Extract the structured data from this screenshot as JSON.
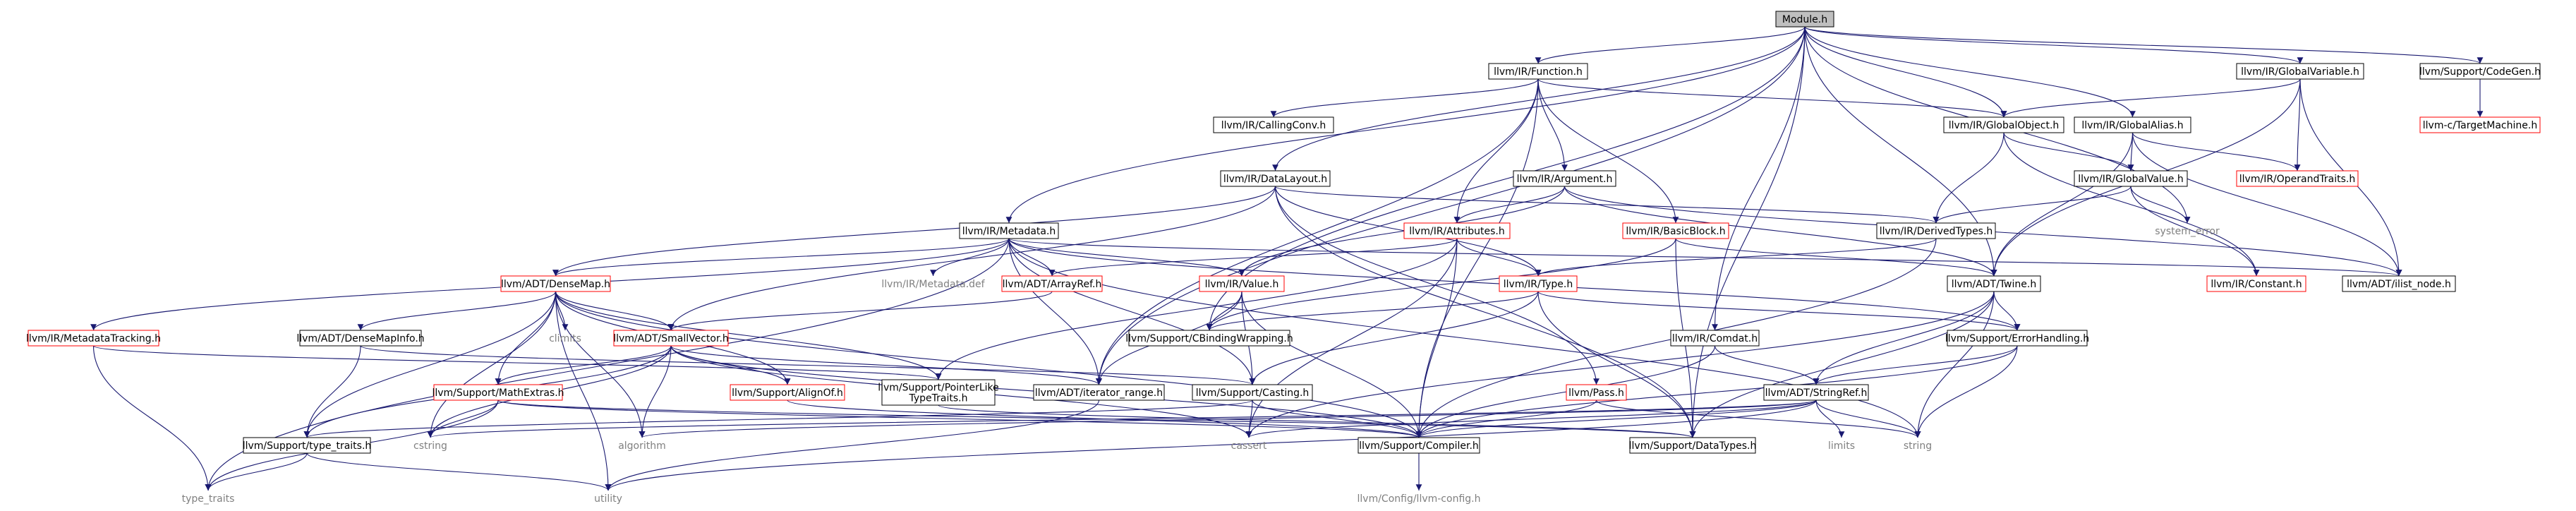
{
  "graph": {
    "colors": {
      "edge": "#191970",
      "text": "#000000",
      "root_fill": "#bfbfbf",
      "normal_fill": "#ffffff",
      "normal_border": "#000000",
      "red_border": "#ff0000",
      "plain_text": "#808080"
    },
    "nodes": [
      {
        "id": "module",
        "label": "Module.h",
        "style": "root"
      },
      {
        "id": "function",
        "label": "llvm/IR/Function.h",
        "style": "normal"
      },
      {
        "id": "globalvariable",
        "label": "llvm/IR/GlobalVariable.h",
        "style": "normal"
      },
      {
        "id": "codegen",
        "label": "llvm/Support/CodeGen.h",
        "style": "normal"
      },
      {
        "id": "targetmachine",
        "label": "llvm-c/TargetMachine.h",
        "style": "red"
      },
      {
        "id": "callingconv",
        "label": "llvm/IR/CallingConv.h",
        "style": "normal"
      },
      {
        "id": "globalobject",
        "label": "llvm/IR/GlobalObject.h",
        "style": "normal"
      },
      {
        "id": "globalalias",
        "label": "llvm/IR/GlobalAlias.h",
        "style": "normal"
      },
      {
        "id": "datalayout",
        "label": "llvm/IR/DataLayout.h",
        "style": "normal"
      },
      {
        "id": "globalvalue",
        "label": "llvm/IR/GlobalValue.h",
        "style": "normal"
      },
      {
        "id": "operandtraits",
        "label": "llvm/IR/OperandTraits.h",
        "style": "red"
      },
      {
        "id": "argument",
        "label": "llvm/IR/Argument.h",
        "style": "normal"
      },
      {
        "id": "derivedtypes",
        "label": "llvm/IR/DerivedTypes.h",
        "style": "normal"
      },
      {
        "id": "system_error",
        "label": "system_error",
        "style": "plain"
      },
      {
        "id": "attributes",
        "label": "llvm/IR/Attributes.h",
        "style": "red"
      },
      {
        "id": "basicblock",
        "label": "llvm/IR/BasicBlock.h",
        "style": "red"
      },
      {
        "id": "metadata",
        "label": "llvm/IR/Metadata.h",
        "style": "normal"
      },
      {
        "id": "twine",
        "label": "llvm/ADT/Twine.h",
        "style": "normal"
      },
      {
        "id": "constant",
        "label": "llvm/IR/Constant.h",
        "style": "red"
      },
      {
        "id": "ilist_node",
        "label": "llvm/ADT/ilist_node.h",
        "style": "normal"
      },
      {
        "id": "densemap",
        "label": "llvm/ADT/DenseMap.h",
        "style": "red"
      },
      {
        "id": "metadata_def",
        "label": "llvm/IR/Metadata.def",
        "style": "plain"
      },
      {
        "id": "arrayref",
        "label": "llvm/ADT/ArrayRef.h",
        "style": "red"
      },
      {
        "id": "value",
        "label": "llvm/IR/Value.h",
        "style": "red"
      },
      {
        "id": "type",
        "label": "llvm/IR/Type.h",
        "style": "red"
      },
      {
        "id": "metadatatracking",
        "label": "llvm/IR/MetadataTracking.h",
        "style": "red"
      },
      {
        "id": "climits",
        "label": "climits",
        "style": "plain"
      },
      {
        "id": "densemapinfo",
        "label": "llvm/ADT/DenseMapInfo.h",
        "style": "normal"
      },
      {
        "id": "smallvector",
        "label": "llvm/ADT/SmallVector.h",
        "style": "red"
      },
      {
        "id": "cbindingwrapping",
        "label": "llvm/Support/CBindingWrapping.h",
        "style": "normal"
      },
      {
        "id": "errorhandling",
        "label": "llvm/Support/ErrorHandling.h",
        "style": "normal"
      },
      {
        "id": "comdat",
        "label": "llvm/IR/Comdat.h",
        "style": "normal"
      },
      {
        "id": "mathextras",
        "label": "llvm/Support/MathExtras.h",
        "style": "red"
      },
      {
        "id": "alignof",
        "label": "llvm/Support/AlignOf.h",
        "style": "red"
      },
      {
        "id": "pointerliketypetraits",
        "label": "llvm/Support/PointerLike\nTypeTraits.h",
        "style": "normal"
      },
      {
        "id": "iterator_range",
        "label": "llvm/ADT/iterator_range.h",
        "style": "normal"
      },
      {
        "id": "casting",
        "label": "llvm/Support/Casting.h",
        "style": "normal"
      },
      {
        "id": "pass",
        "label": "llvm/Pass.h",
        "style": "red"
      },
      {
        "id": "stringref",
        "label": "llvm/ADT/StringRef.h",
        "style": "normal"
      },
      {
        "id": "type_traits_h",
        "label": "llvm/Support/type_traits.h",
        "style": "normal"
      },
      {
        "id": "cstring",
        "label": "cstring",
        "style": "plain"
      },
      {
        "id": "algorithm",
        "label": "algorithm",
        "style": "plain"
      },
      {
        "id": "cassert",
        "label": "cassert",
        "style": "plain"
      },
      {
        "id": "compiler",
        "label": "llvm/Support/Compiler.h",
        "style": "normal"
      },
      {
        "id": "datatypes",
        "label": "llvm/Support/DataTypes.h",
        "style": "normal"
      },
      {
        "id": "limits",
        "label": "limits",
        "style": "plain"
      },
      {
        "id": "string",
        "label": "string",
        "style": "plain"
      },
      {
        "id": "type_traits",
        "label": "type_traits",
        "style": "plain"
      },
      {
        "id": "utility",
        "label": "utility",
        "style": "plain"
      },
      {
        "id": "llvm_config",
        "label": "llvm/Config/llvm-config.h",
        "style": "plain"
      }
    ],
    "edges": [
      [
        "module",
        "function"
      ],
      [
        "module",
        "globalvariable"
      ],
      [
        "module",
        "codegen"
      ],
      [
        "module",
        "metadata"
      ],
      [
        "module",
        "datalayout"
      ],
      [
        "module",
        "globalalias"
      ],
      [
        "module",
        "comdat"
      ],
      [
        "module",
        "datatypes"
      ],
      [
        "module",
        "cbindingwrapping"
      ],
      [
        "module",
        "iterator_range"
      ],
      [
        "module",
        "system_error"
      ],
      [
        "module",
        "twine"
      ],
      [
        "module",
        "globalobject"
      ],
      [
        "codegen",
        "targetmachine"
      ],
      [
        "function",
        "callingconv"
      ],
      [
        "function",
        "globalobject"
      ],
      [
        "function",
        "argument"
      ],
      [
        "function",
        "attributes"
      ],
      [
        "function",
        "basicblock"
      ],
      [
        "function",
        "compiler"
      ],
      [
        "function",
        "iterator_range"
      ],
      [
        "globalvariable",
        "globalobject"
      ],
      [
        "globalvariable",
        "operandtraits"
      ],
      [
        "globalvariable",
        "ilist_node"
      ],
      [
        "globalvariable",
        "twine"
      ],
      [
        "globalalias",
        "globalvalue"
      ],
      [
        "globalalias",
        "operandtraits"
      ],
      [
        "globalalias",
        "ilist_node"
      ],
      [
        "globalalias",
        "twine"
      ],
      [
        "globalobject",
        "globalvalue"
      ],
      [
        "globalobject",
        "derivedtypes"
      ],
      [
        "globalobject",
        "constant"
      ],
      [
        "globalvalue",
        "derivedtypes"
      ],
      [
        "globalvalue",
        "constant"
      ],
      [
        "globalvalue",
        "system_error"
      ],
      [
        "datalayout",
        "derivedtypes"
      ],
      [
        "datalayout",
        "type"
      ],
      [
        "datalayout",
        "densemap"
      ],
      [
        "datalayout",
        "smallvector"
      ],
      [
        "datalayout",
        "pass"
      ],
      [
        "datalayout",
        "datatypes"
      ],
      [
        "argument",
        "attributes"
      ],
      [
        "argument",
        "value"
      ],
      [
        "argument",
        "twine"
      ],
      [
        "argument",
        "ilist_node"
      ],
      [
        "derivedtypes",
        "type"
      ],
      [
        "derivedtypes",
        "compiler"
      ],
      [
        "attributes",
        "arrayref"
      ],
      [
        "attributes",
        "type"
      ],
      [
        "attributes",
        "compiler"
      ],
      [
        "attributes",
        "cassert"
      ],
      [
        "attributes",
        "pointerliketypetraits"
      ],
      [
        "basicblock",
        "twine"
      ],
      [
        "basicblock",
        "cbindingwrapping"
      ],
      [
        "basicblock",
        "datatypes"
      ],
      [
        "metadata",
        "densemap"
      ],
      [
        "metadata",
        "arrayref"
      ],
      [
        "metadata",
        "value"
      ],
      [
        "metadata",
        "metadata_def"
      ],
      [
        "metadata",
        "metadatatracking"
      ],
      [
        "metadata",
        "ilist_node"
      ],
      [
        "metadata",
        "iterator_range"
      ],
      [
        "metadata",
        "errorhandling"
      ],
      [
        "metadata",
        "type_traits"
      ],
      [
        "metadata",
        "casting"
      ],
      [
        "metadata",
        "string"
      ],
      [
        "value",
        "cbindingwrapping"
      ],
      [
        "value",
        "casting"
      ],
      [
        "value",
        "compiler"
      ],
      [
        "value",
        "iterator_range"
      ],
      [
        "type",
        "cbindingwrapping"
      ],
      [
        "type",
        "casting"
      ],
      [
        "type",
        "datatypes"
      ],
      [
        "type",
        "errorhandling"
      ],
      [
        "twine",
        "stringref"
      ],
      [
        "twine",
        "errorhandling"
      ],
      [
        "twine",
        "cassert"
      ],
      [
        "twine",
        "datatypes"
      ],
      [
        "twine",
        "string"
      ],
      [
        "densemap",
        "climits"
      ],
      [
        "densemap",
        "densemapinfo"
      ],
      [
        "densemap",
        "smallvector"
      ],
      [
        "densemap",
        "mathextras"
      ],
      [
        "densemap",
        "alignof"
      ],
      [
        "densemap",
        "pointerliketypetraits"
      ],
      [
        "densemap",
        "type_traits_h"
      ],
      [
        "densemap",
        "cstring"
      ],
      [
        "densemap",
        "algorithm"
      ],
      [
        "densemap",
        "utility"
      ],
      [
        "densemap",
        "compiler"
      ],
      [
        "arrayref",
        "smallvector"
      ],
      [
        "metadatatracking",
        "pointerliketypetraits"
      ],
      [
        "metadatatracking",
        "type_traits"
      ],
      [
        "densemapinfo",
        "type_traits_h"
      ],
      [
        "densemapinfo",
        "casting"
      ],
      [
        "smallvector",
        "alignof"
      ],
      [
        "smallvector",
        "mathextras"
      ],
      [
        "smallvector",
        "type_traits_h"
      ],
      [
        "smallvector",
        "cassert"
      ],
      [
        "smallvector",
        "cstring"
      ],
      [
        "smallvector",
        "iterator_range"
      ],
      [
        "smallvector",
        "algorithm"
      ],
      [
        "smallvector",
        "compiler"
      ],
      [
        "errorhandling",
        "stringref"
      ],
      [
        "errorhandling",
        "compiler"
      ],
      [
        "errorhandling",
        "string"
      ],
      [
        "comdat",
        "stringref"
      ],
      [
        "comdat",
        "compiler"
      ],
      [
        "mathextras",
        "compiler"
      ],
      [
        "mathextras",
        "datatypes"
      ],
      [
        "mathextras",
        "cstring"
      ],
      [
        "mathextras",
        "type_traits"
      ],
      [
        "alignof",
        "compiler"
      ],
      [
        "pointerliketypetraits",
        "datatypes"
      ],
      [
        "iterator_range",
        "utility"
      ],
      [
        "casting",
        "compiler"
      ],
      [
        "casting",
        "type_traits_h"
      ],
      [
        "casting",
        "cassert"
      ],
      [
        "pass",
        "compiler"
      ],
      [
        "pass",
        "string"
      ],
      [
        "stringref",
        "compiler"
      ],
      [
        "stringref",
        "cstring"
      ],
      [
        "stringref",
        "cassert"
      ],
      [
        "stringref",
        "algorithm"
      ],
      [
        "stringref",
        "limits"
      ],
      [
        "stringref",
        "string"
      ],
      [
        "stringref",
        "utility"
      ],
      [
        "type_traits_h",
        "type_traits"
      ],
      [
        "type_traits_h",
        "utility"
      ],
      [
        "compiler",
        "llvm_config"
      ]
    ]
  }
}
